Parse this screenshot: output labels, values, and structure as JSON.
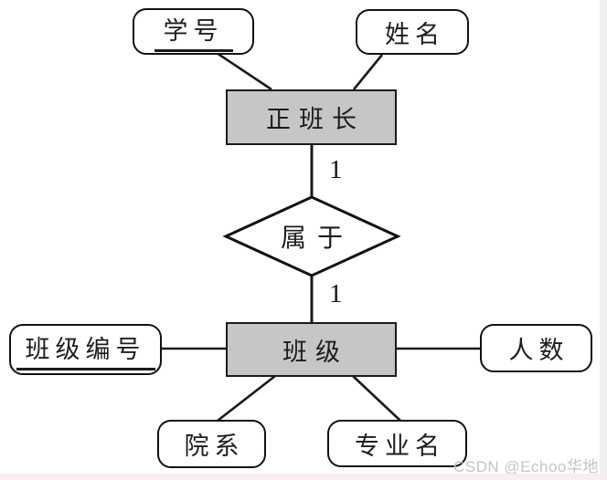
{
  "diagram": {
    "title": "class-monitor-er-diagram",
    "entities": {
      "monitor": {
        "label": "正班长"
      },
      "class": {
        "label": "班级"
      }
    },
    "relationship": {
      "label": "属于"
    },
    "attributes": {
      "student_id": {
        "label": "学号",
        "key": true
      },
      "name": {
        "label": "姓名",
        "key": false
      },
      "class_id": {
        "label": "班级编号",
        "key": true
      },
      "count": {
        "label": "人数",
        "key": false
      },
      "department": {
        "label": "院系",
        "key": false
      },
      "major": {
        "label": "专业名",
        "key": false
      }
    },
    "cardinalities": {
      "upper": "1",
      "lower": "1"
    },
    "colors": {
      "entity_fill": "#c6c6c6",
      "shape_border": "#151515",
      "line": "#1a1a1a",
      "watermark": "#c4c4c4"
    }
  },
  "watermark": {
    "text": "CSDN @Echoo华地"
  }
}
